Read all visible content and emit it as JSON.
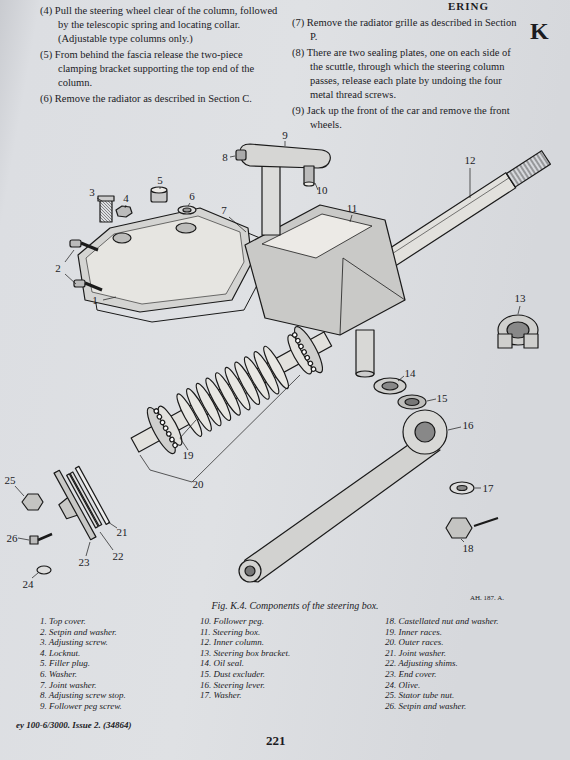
{
  "diagram": {
    "caption": "Fig. K.4.  Components of the steering box.",
    "labels": [
      "ERING",
      "K",
      "(4) Pull the steering wheel clear of the column, followed by the telescopic spring and locating collar. (Adjustable type columns only.)",
      "(5) From behind the fascia release the two-piece clamping bracket supporting the top end of the column.",
      "(6) Remove the radiator as described in Section C.",
      "(7) Remove the radiator grille as described in Section P.",
      "(8) There are two sealing plates, one on each side of the scuttle, through which the steering column passes, release each plate by undoing the four metal thread screws.",
      "(9) Jack up the front of the car and remove the front wheels.",
      "1",
      "2",
      "3",
      "4",
      "5",
      "6",
      "7",
      "8",
      "9",
      "10",
      "11",
      "12",
      "13",
      "14",
      "15",
      "16",
      "17",
      "18",
      "19",
      "20",
      "21",
      "22",
      "23",
      "24",
      "25",
      "26",
      "AH. 187. A.",
      "1. Top cover.",
      "2. Setpin and washer.",
      "3. Adjusting screw.",
      "4. Locknut.",
      "5. Filler plug.",
      "6. Washer.",
      "7. Joint washer.",
      "8. Adjusting screw stop.",
      "9. Follower peg screw.",
      "10. Follower peg.",
      "11. Steering box.",
      "12. Inner column.",
      "13. Steering box bracket.",
      "14. Oil seal.",
      "15. Dust excluder.",
      "16. Steering lever.",
      "17. Washer.",
      "18. Castellated nut and washer.",
      "19. Inner races.",
      "20. Outer races.",
      "21. Joint washer.",
      "22. Adjusting shims.",
      "23. End cover.",
      "24. Olive.",
      "25. Stator tube nut.",
      "26. Setpin and washer.",
      "ey 100-6/3000.  Issue 2.  (34864)",
      "221"
    ]
  }
}
